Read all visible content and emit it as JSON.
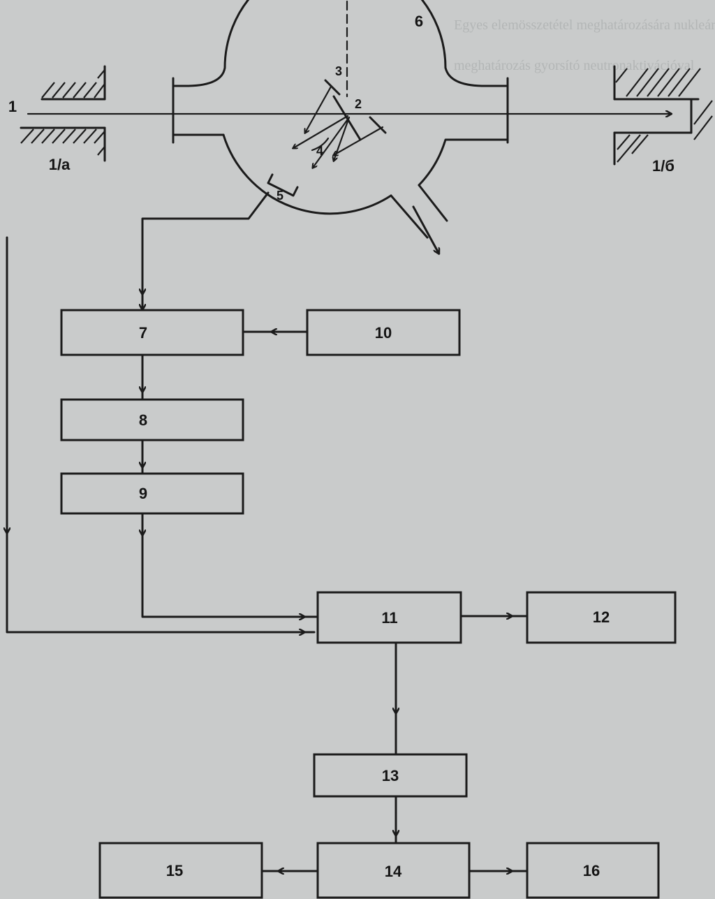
{
  "labels": {
    "beam": "1",
    "slit_left": "1/a",
    "slit_right": "1/б",
    "sample": "2",
    "detector_a": "3",
    "angle": "4",
    "detector_b": "5",
    "chamber": "6"
  },
  "blocks": {
    "b7": "7",
    "b8": "8",
    "b9": "9",
    "b10": "10",
    "b11": "11",
    "b12": "12",
    "b13": "13",
    "b14": "14",
    "b15": "15",
    "b16": "16"
  },
  "background_text": {
    "heading_1": "Egyes elemösszetétel meghatározására nukleáris",
    "heading_2": "meghatározás gyorsító neutronaktivációval"
  },
  "colors": {
    "paper": "#c9cbcb",
    "ink": "#1b1b1b"
  }
}
